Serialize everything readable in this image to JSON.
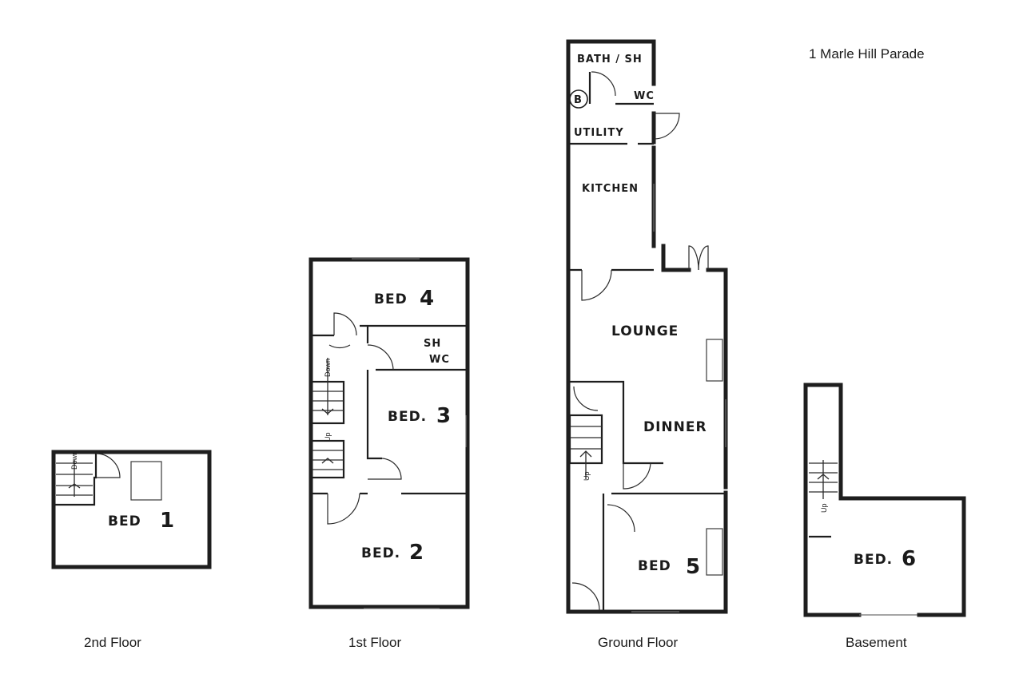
{
  "address": "1 Marle Hill Parade",
  "floors": {
    "second": {
      "label": "2nd Floor",
      "rooms": {
        "bed1": "BED",
        "bed1_num": "1"
      },
      "stairs": "Down"
    },
    "first": {
      "label": "1st Floor",
      "rooms": {
        "bed4": "BED",
        "bed4_num": "4",
        "shower": "SH",
        "wc": "WC",
        "bed3": "BED.",
        "bed3_num": "3",
        "bed2": "BED.",
        "bed2_num": "2"
      },
      "stairs_down": "Down",
      "stairs_up": "Up"
    },
    "ground": {
      "label": "Ground Floor",
      "rooms": {
        "bath": "BATH / SH",
        "boiler": "B",
        "wc": "WC",
        "utility": "UTILITY",
        "kitchen": "KITCHEN",
        "lounge": "LOUNGE",
        "dinner": "DINNER",
        "bed5": "BED",
        "bed5_num": "5"
      },
      "stairs": "Up"
    },
    "basement": {
      "label": "Basement",
      "rooms": {
        "bed6": "BED.",
        "bed6_num": "6"
      },
      "stairs": "Up"
    }
  }
}
